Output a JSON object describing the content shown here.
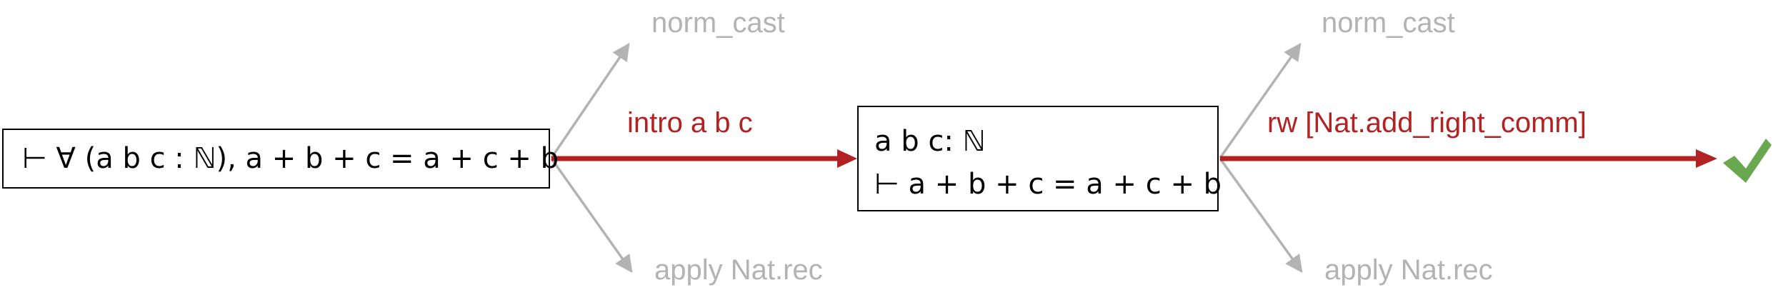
{
  "nodes": {
    "goal1": "⊢ ∀ (a b c : ℕ), a + b + c = a + c + b",
    "goal2_hyp": "a b c: ℕ",
    "goal2_goal": "⊢ a + b + c = a + c + b"
  },
  "edges": {
    "step1_tactic": "intro a b c",
    "step2_tactic": "rw [Nat.add_right_comm]",
    "alt_norm_cast_1": "norm_cast",
    "alt_apply_1": "apply Nat.rec",
    "alt_norm_cast_2": "norm_cast",
    "alt_apply_2": "apply Nat.rec"
  },
  "colors": {
    "chosen_edge": "#b22222",
    "alternative_edge": "#b3b3b3",
    "success_check": "#6aa84f"
  },
  "icons": {
    "done": "check-icon"
  }
}
